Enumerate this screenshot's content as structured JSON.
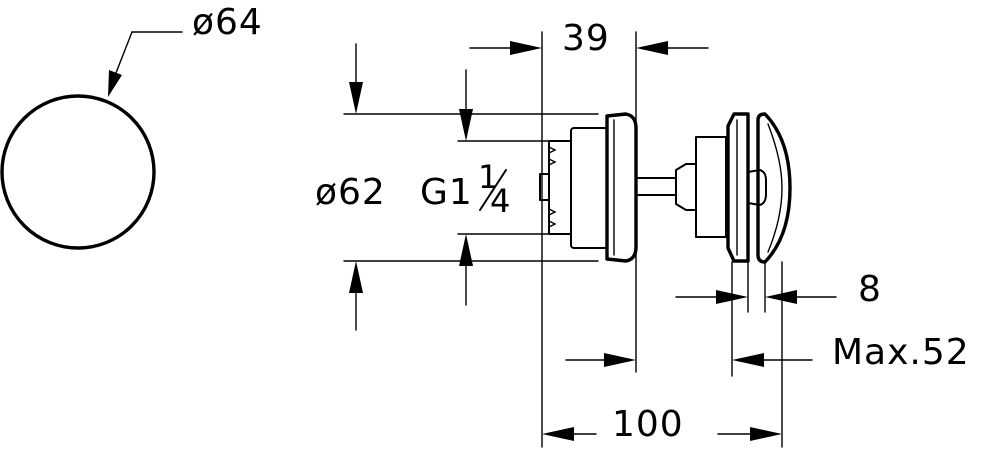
{
  "dimensions": {
    "circle_diameter": "ø64",
    "depth_39": "39",
    "flange_diameter": "ø62",
    "thread": "G1",
    "thread_frac_num": "1",
    "thread_frac_den": "4",
    "cap_gap": "8",
    "max_stroke": "Max.52",
    "total_length": "100"
  }
}
